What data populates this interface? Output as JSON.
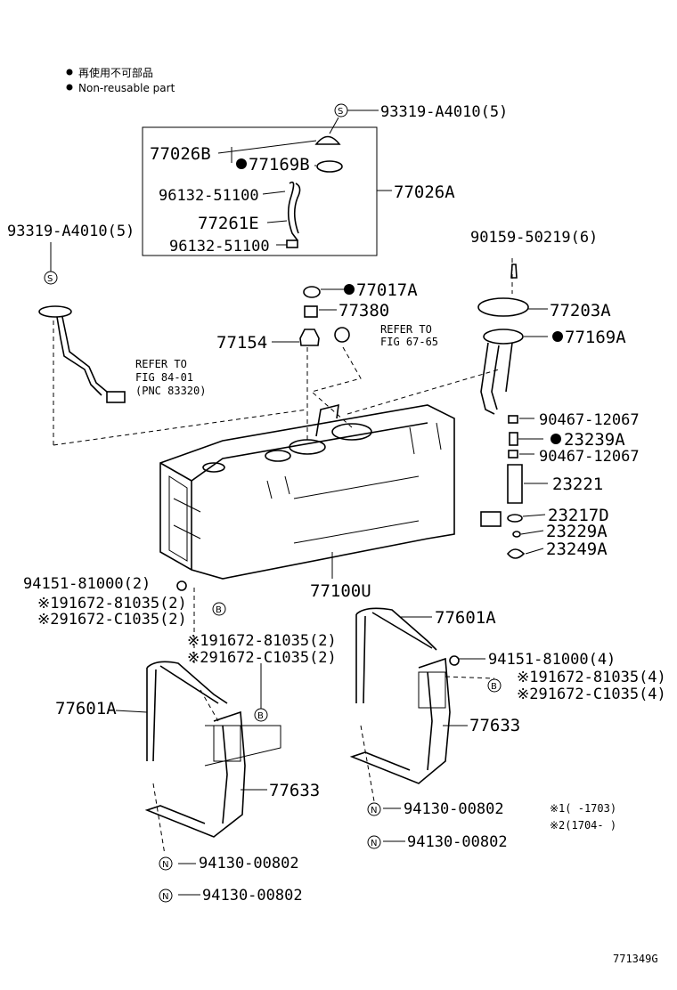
{
  "legend": {
    "jp": "再使用不可部品",
    "en": "Non-reusable part"
  },
  "parts": {
    "p93319_top": "93319-A4010(5)",
    "p77026B": "77026B",
    "p77169B": "77169B",
    "p96132_a": "96132-51100",
    "p77026A": "77026A",
    "p77261E": "77261E",
    "p96132_b": "96132-51100",
    "p93319_left": "93319-A4010(5)",
    "p90159": "90159-50219(6)",
    "p77017A": "77017A",
    "p77380": "77380",
    "p77203A": "77203A",
    "p77154": "77154",
    "p77169A": "77169A",
    "p90467_a": "90467-12067",
    "p23239A": "23239A",
    "p90467_b": "90467-12067",
    "p23221": "23221",
    "p23217D": "23217D",
    "p23229A": "23229A",
    "p23249A": "23249A",
    "p77100U": "77100U",
    "p94151_l": "94151-81000(2)",
    "p91672_l1": "※191672-81035(2)",
    "p91672_l2": "※291672-C1035(2)",
    "p91672_m1": "※191672-81035(2)",
    "p91672_m2": "※291672-C1035(2)",
    "p77601A_r": "77601A",
    "p94151_r": "94151-81000(4)",
    "p91672_r1": "※191672-81035(4)",
    "p91672_r2": "※291672-C1035(4)",
    "p77633_r": "77633",
    "p77601A_l": "77601A",
    "p77633_l": "77633",
    "p94130_r1": "94130-00802",
    "p94130_r2": "94130-00802",
    "p94130_l1": "94130-00802",
    "p94130_l2": "94130-00802"
  },
  "refs": {
    "ref1_l1": "REFER TO",
    "ref1_l2": "FIG 67-65",
    "ref2_l1": "REFER TO",
    "ref2_l2": "FIG 84-01",
    "ref2_l3": "(PNC 83320)"
  },
  "notes": {
    "n1": "※1(    -1703)",
    "n2": "※2(1704-    )"
  },
  "symbols": {
    "s": "S",
    "b": "B",
    "n": "N"
  },
  "figure_id": "771349G"
}
